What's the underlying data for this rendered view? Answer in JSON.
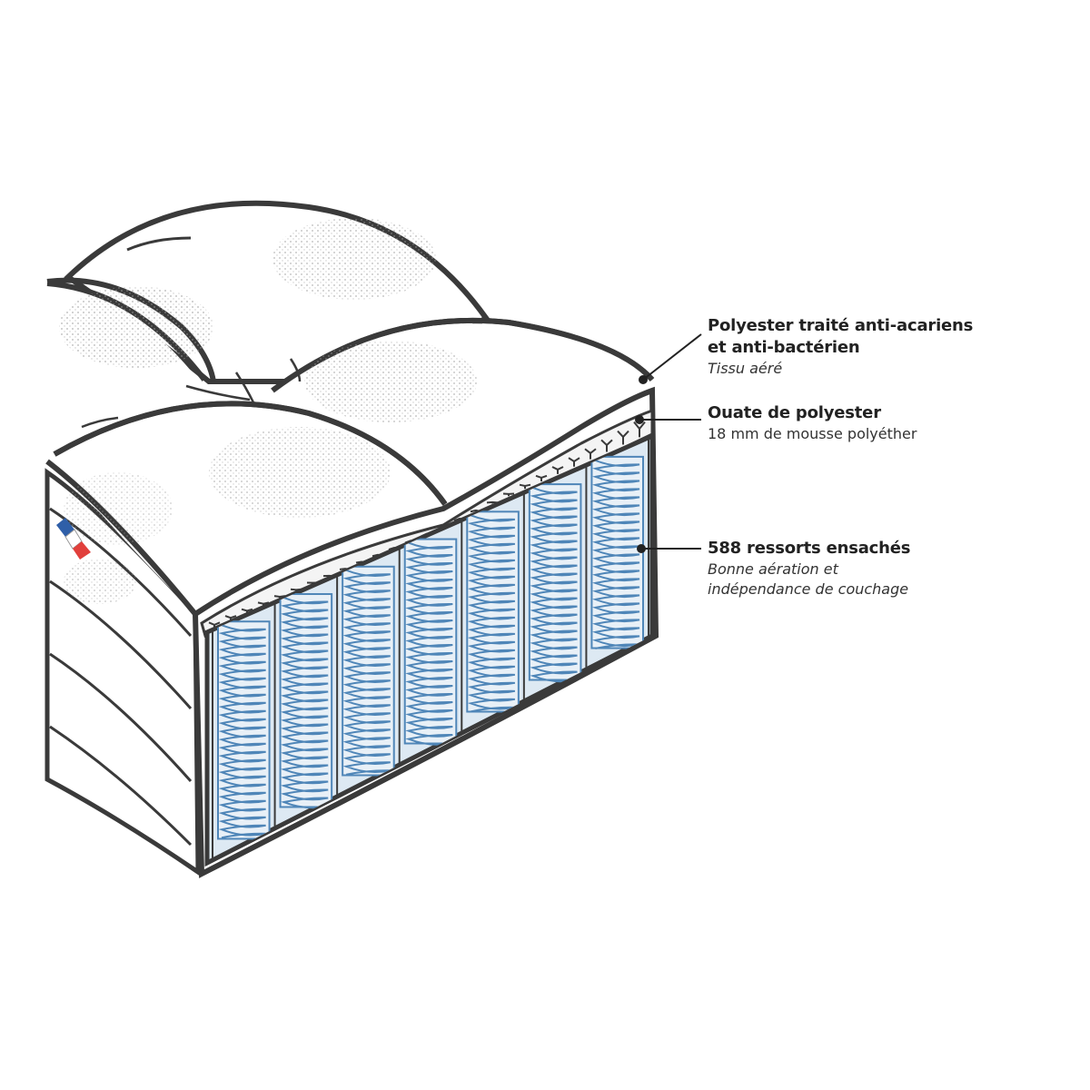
{
  "layers": [
    {
      "title_lines": [
        "Polyester traité anti-acariens",
        "et anti-bactérien"
      ],
      "subtitle_lines": [
        "Tissu aéré"
      ],
      "subtitle_italic": true
    },
    {
      "title_lines": [
        "Ouate de polyester"
      ],
      "subtitle_lines": [
        "18 mm de mousse polyéther"
      ],
      "subtitle_italic": false
    },
    {
      "title_lines": [
        "588 ressorts ensachés"
      ],
      "subtitle_lines": [
        "Bonne aération et",
        "indépendance de couchage"
      ],
      "subtitle_italic": true
    }
  ],
  "colors": {
    "outline": "#3a3a3a",
    "spring": "#4f86b8",
    "spring_bg": "#dde9f3",
    "flag_blue": "#2f5fa8",
    "flag_red": "#e1403c",
    "text": "#222222"
  }
}
